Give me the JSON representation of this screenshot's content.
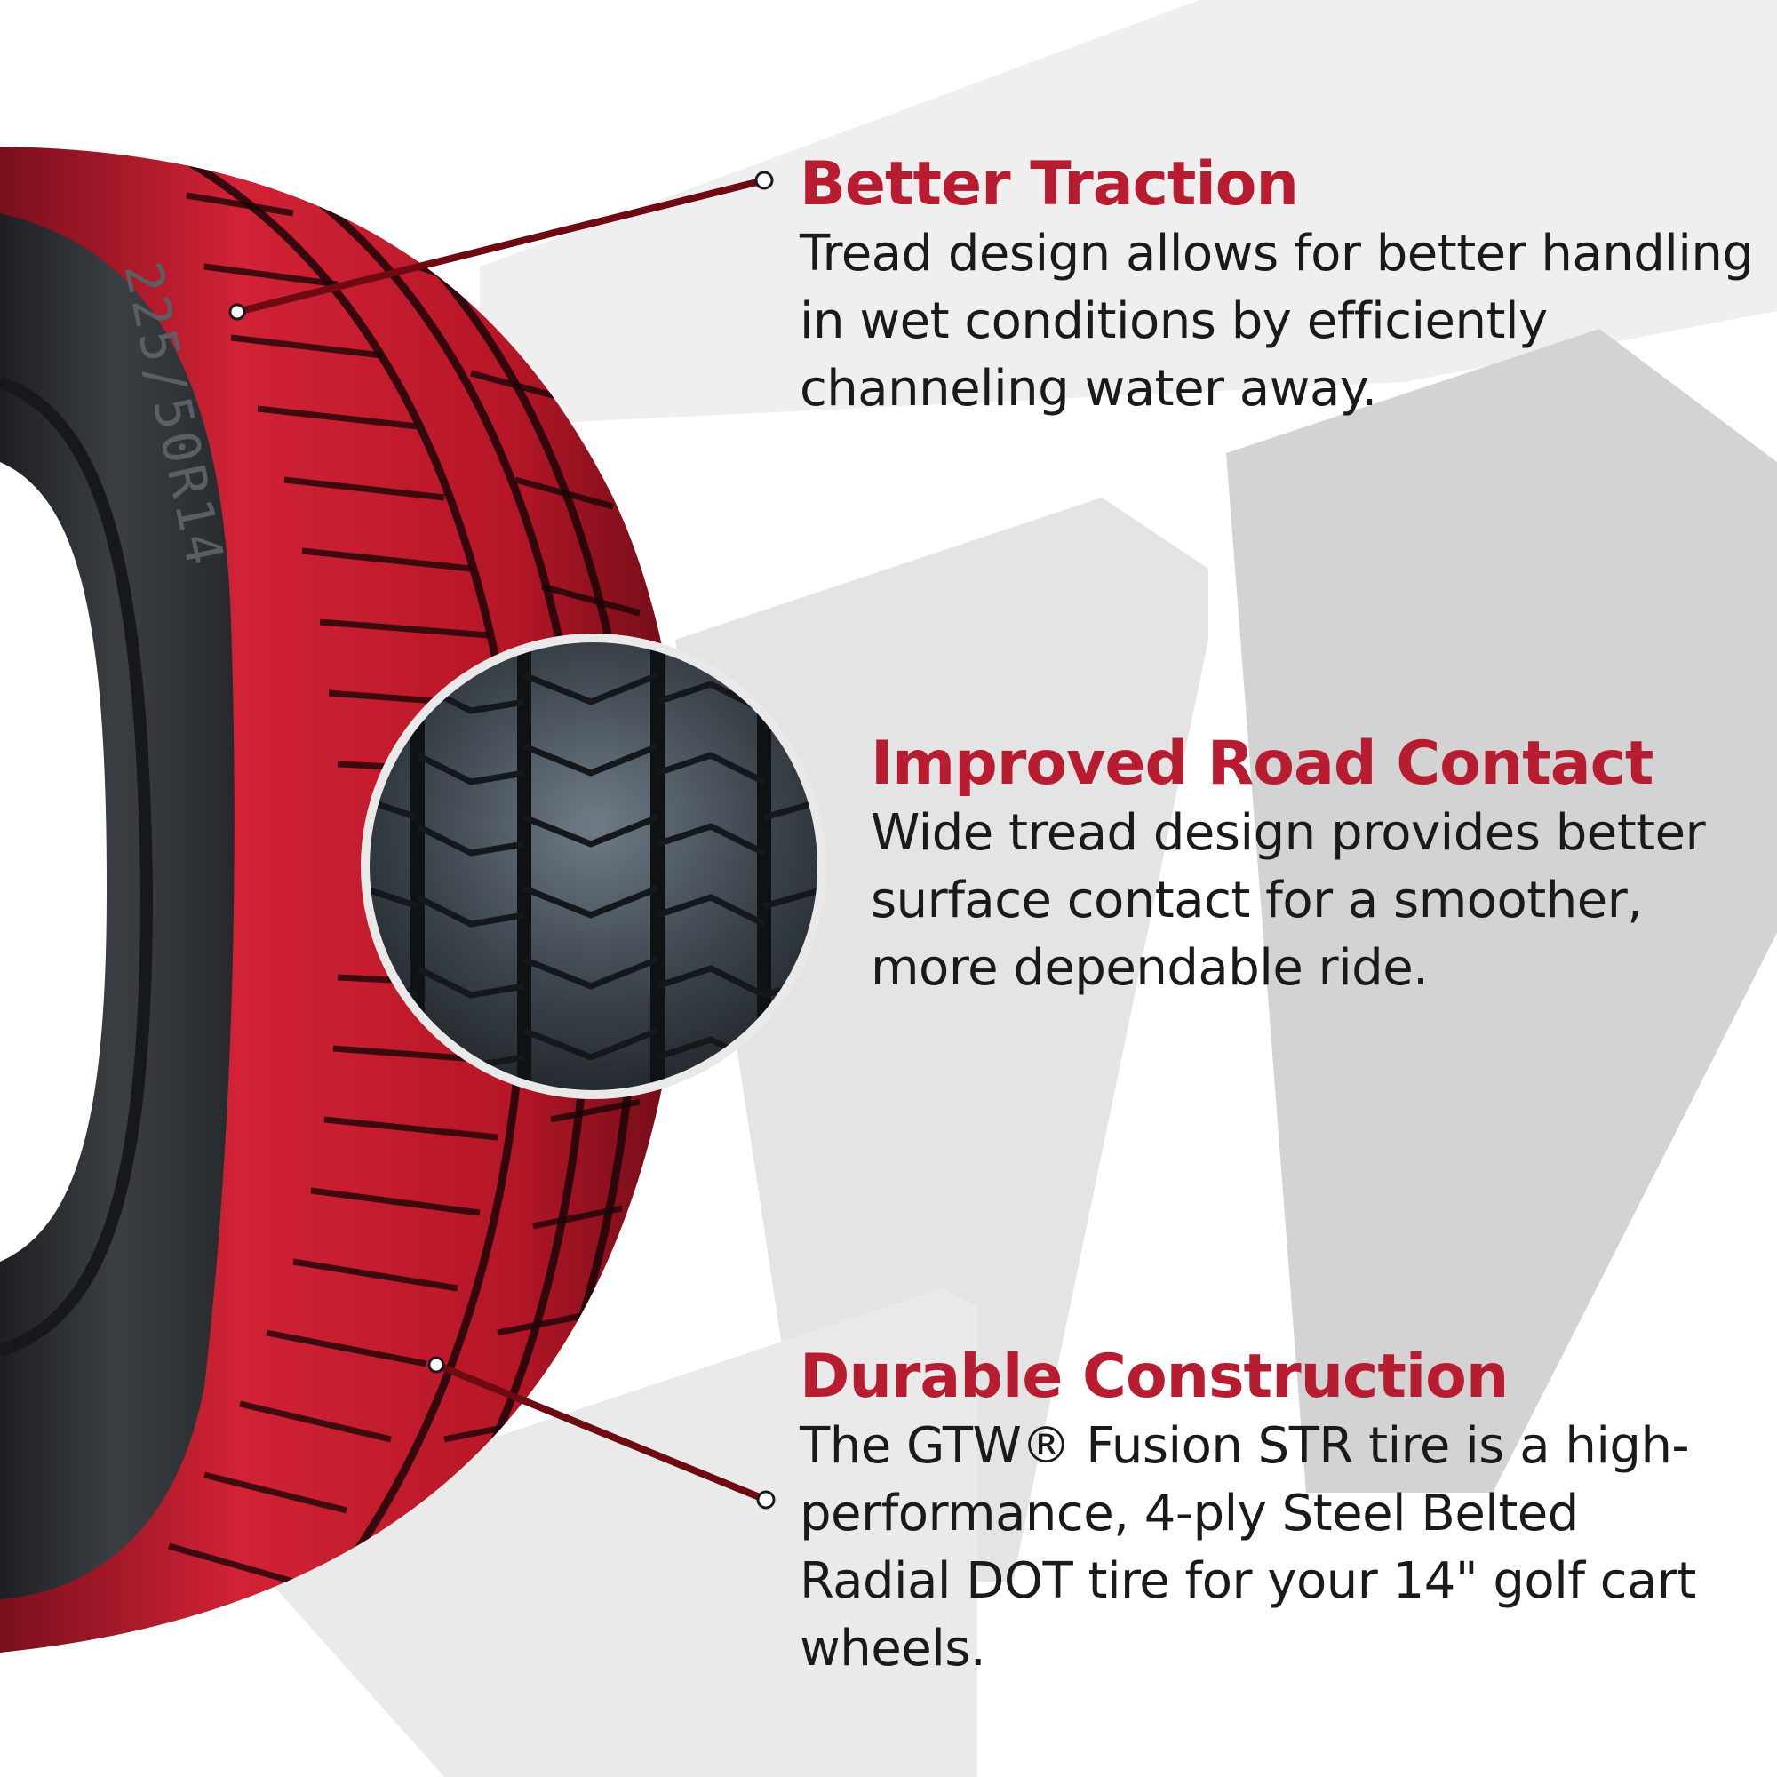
{
  "colors": {
    "accent": "#b81c30",
    "leader_line": "#6e0a12",
    "body_text": "#1a1a1a",
    "background_shape_light": "#ececec",
    "background_shape_dark": "#cfcfcf",
    "tire_red": "#c01a2c",
    "tire_rubber": "#2e3135"
  },
  "tire": {
    "sidewall_text": "225/50R14"
  },
  "features": [
    {
      "title": "Better Traction",
      "body": "Tread design allows for better handling in wet conditions by efficiently channeling water away."
    },
    {
      "title": "Improved Road Contact",
      "body": "Wide tread design provides better surface contact for a smoother, more dependable ride."
    },
    {
      "title": "Durable Construction",
      "body": "The GTW® Fusion STR tire is a high-performance, 4-ply Steel Belted Radial DOT tire for your 14\" golf cart wheels."
    }
  ]
}
